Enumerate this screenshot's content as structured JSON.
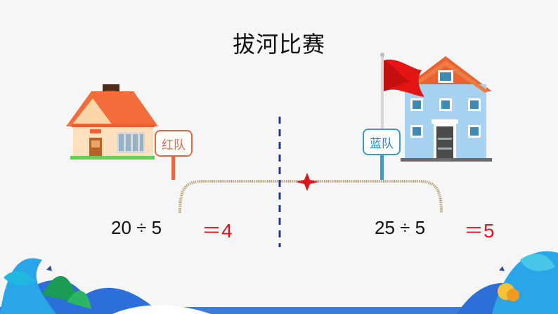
{
  "title": "拔河比赛",
  "teams": {
    "red": {
      "label": "红队",
      "expression": "20 ÷ 5",
      "result": "＝4"
    },
    "blue": {
      "label": "蓝队",
      "expression": "25 ÷ 5",
      "result": "＝5"
    }
  },
  "colors": {
    "red": "#e0141d",
    "blue": "#2388c0",
    "rope": "#b8a27c"
  }
}
